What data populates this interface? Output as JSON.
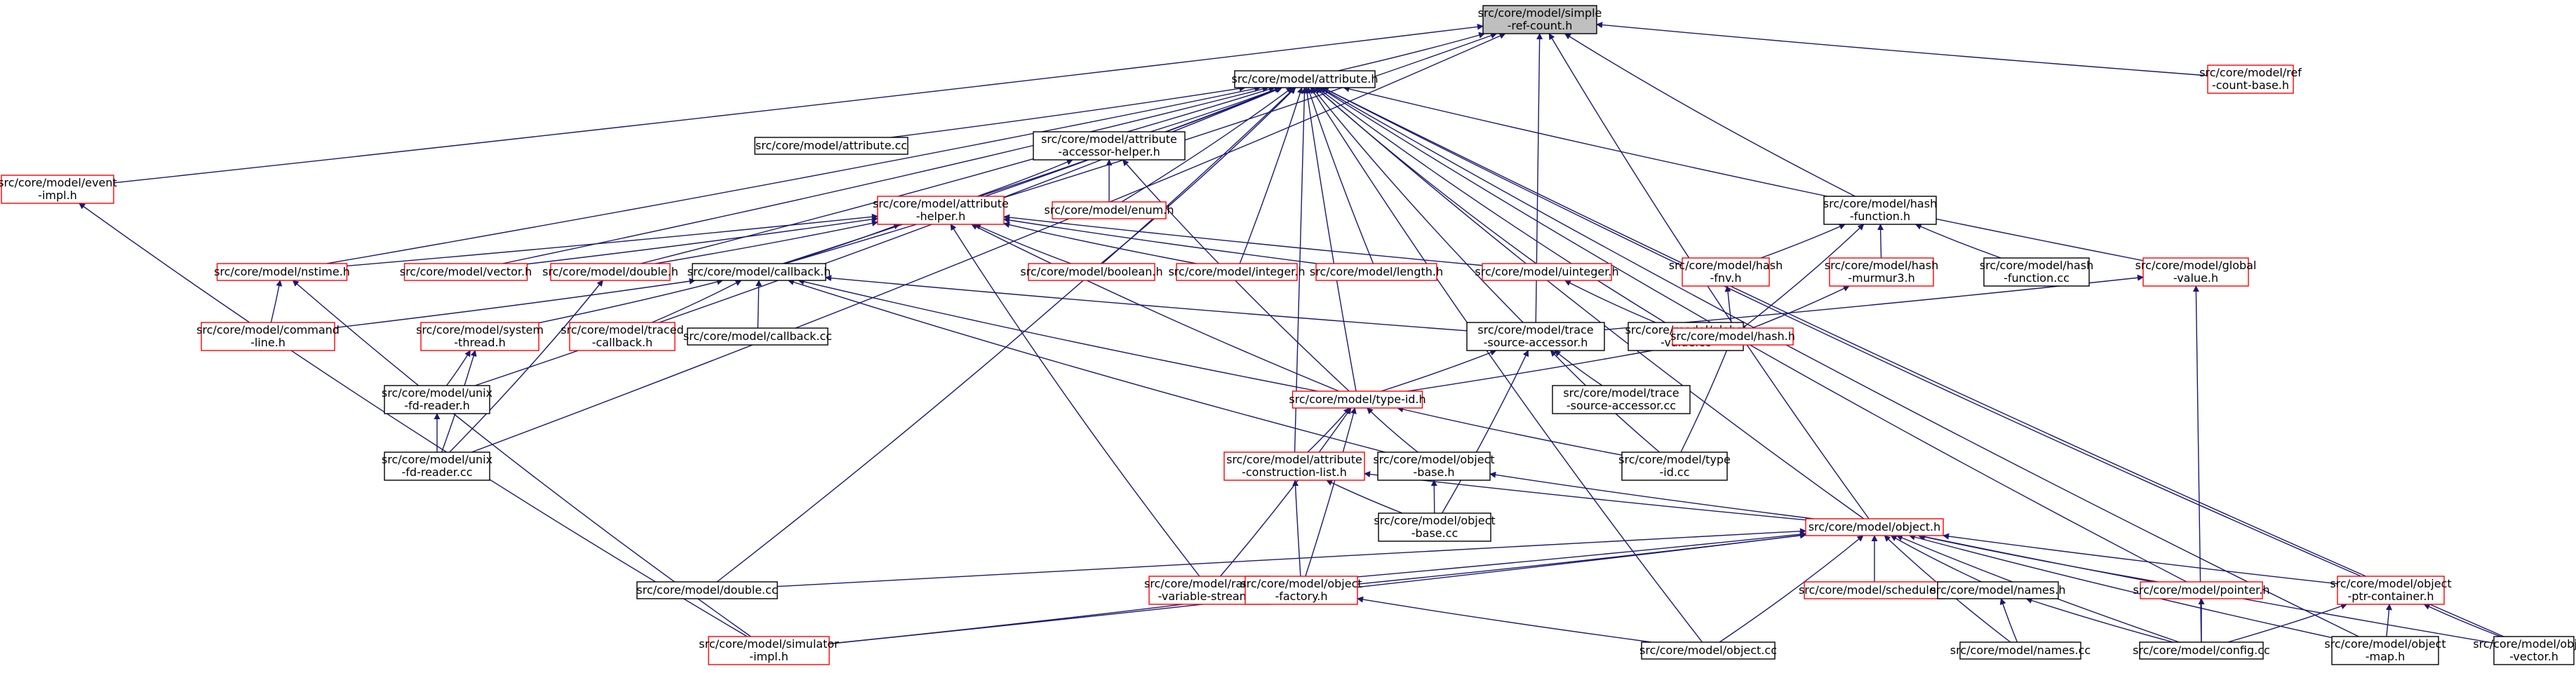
{
  "colors": {
    "edge": "#191970",
    "header_border": "#ff0000",
    "normal_border": "#000000",
    "root_fill": "#bfbfbf"
  },
  "nodes": [
    {
      "id": "simple",
      "lines": [
        "src/core/model/simple",
        "-ref-count.h"
      ],
      "kind": "root"
    },
    {
      "id": "attribute",
      "lines": [
        "src/core/model/attribute.h"
      ],
      "kind": "normal"
    },
    {
      "id": "refbase",
      "lines": [
        "src/core/model/ref",
        "-count-base.h"
      ],
      "kind": "header"
    },
    {
      "id": "event",
      "lines": [
        "src/core/model/event",
        "-impl.h"
      ],
      "kind": "header"
    },
    {
      "id": "attrcc",
      "lines": [
        "src/core/model/attribute.cc"
      ],
      "kind": "normal"
    },
    {
      "id": "acchelper",
      "lines": [
        "src/core/model/attribute",
        "-accessor-helper.h"
      ],
      "kind": "normal"
    },
    {
      "id": "enum",
      "lines": [
        "src/core/model/enum.h"
      ],
      "kind": "header"
    },
    {
      "id": "attrhelper",
      "lines": [
        "src/core/model/attribute",
        "-helper.h"
      ],
      "kind": "header"
    },
    {
      "id": "hashfn",
      "lines": [
        "src/core/model/hash",
        "-function.h"
      ],
      "kind": "normal"
    },
    {
      "id": "nstime",
      "lines": [
        "src/core/model/nstime.h"
      ],
      "kind": "header"
    },
    {
      "id": "vector",
      "lines": [
        "src/core/model/vector.h"
      ],
      "kind": "header"
    },
    {
      "id": "double",
      "lines": [
        "src/core/model/double.h"
      ],
      "kind": "header"
    },
    {
      "id": "callback",
      "lines": [
        "src/core/model/callback.h"
      ],
      "kind": "normal"
    },
    {
      "id": "boolean",
      "lines": [
        "src/core/model/boolean.h"
      ],
      "kind": "header"
    },
    {
      "id": "integer",
      "lines": [
        "src/core/model/integer.h"
      ],
      "kind": "header"
    },
    {
      "id": "length",
      "lines": [
        "src/core/model/length.h"
      ],
      "kind": "header"
    },
    {
      "id": "uinteger",
      "lines": [
        "src/core/model/uinteger.h"
      ],
      "kind": "header"
    },
    {
      "id": "hashfnv",
      "lines": [
        "src/core/model/hash",
        "-fnv.h"
      ],
      "kind": "header"
    },
    {
      "id": "murmur",
      "lines": [
        "src/core/model/hash",
        "-murmur3.h"
      ],
      "kind": "header"
    },
    {
      "id": "hashfncc",
      "lines": [
        "src/core/model/hash",
        "-function.cc"
      ],
      "kind": "normal"
    },
    {
      "id": "globalval",
      "lines": [
        "src/core/model/global",
        "-value.h"
      ],
      "kind": "header"
    },
    {
      "id": "cmdline",
      "lines": [
        "src/core/model/command",
        "-line.h"
      ],
      "kind": "header"
    },
    {
      "id": "systhread",
      "lines": [
        "src/core/model/system",
        "-thread.h"
      ],
      "kind": "header"
    },
    {
      "id": "traced",
      "lines": [
        "src/core/model/traced",
        "-callback.h"
      ],
      "kind": "header"
    },
    {
      "id": "callbackcc",
      "lines": [
        "src/core/model/callback.cc"
      ],
      "kind": "normal"
    },
    {
      "id": "tracesrc",
      "lines": [
        "src/core/model/trace",
        "-source-accessor.h"
      ],
      "kind": "normal"
    },
    {
      "id": "globalcc",
      "lines": [
        "src/core/model/global",
        "-value.cc"
      ],
      "kind": "normal"
    },
    {
      "id": "hashh",
      "lines": [
        "src/core/model/hash.h"
      ],
      "kind": "header"
    },
    {
      "id": "unixh",
      "lines": [
        "src/core/model/unix",
        "-fd-reader.h"
      ],
      "kind": "normal"
    },
    {
      "id": "typeid",
      "lines": [
        "src/core/model/type-id.h"
      ],
      "kind": "header"
    },
    {
      "id": "tracecc",
      "lines": [
        "src/core/model/trace",
        "-source-accessor.cc"
      ],
      "kind": "normal"
    },
    {
      "id": "unixcc",
      "lines": [
        "src/core/model/unix",
        "-fd-reader.cc"
      ],
      "kind": "normal"
    },
    {
      "id": "attrconst",
      "lines": [
        "src/core/model/attribute",
        "-construction-list.h"
      ],
      "kind": "header"
    },
    {
      "id": "objbase",
      "lines": [
        "src/core/model/object",
        "-base.h"
      ],
      "kind": "normal"
    },
    {
      "id": "typeidcc",
      "lines": [
        "src/core/model/type",
        "-id.cc"
      ],
      "kind": "normal"
    },
    {
      "id": "objbasecc",
      "lines": [
        "src/core/model/object",
        "-base.cc"
      ],
      "kind": "normal"
    },
    {
      "id": "object",
      "lines": [
        "src/core/model/object.h"
      ],
      "kind": "header"
    },
    {
      "id": "doublecc",
      "lines": [
        "src/core/model/double.cc"
      ],
      "kind": "normal"
    },
    {
      "id": "random",
      "lines": [
        "src/core/model/random",
        "-variable-stream.h"
      ],
      "kind": "header"
    },
    {
      "id": "objfactory",
      "lines": [
        "src/core/model/object",
        "-factory.h"
      ],
      "kind": "header"
    },
    {
      "id": "scheduler",
      "lines": [
        "src/core/model/scheduler.h"
      ],
      "kind": "header"
    },
    {
      "id": "names",
      "lines": [
        "src/core/model/names.h"
      ],
      "kind": "normal"
    },
    {
      "id": "pointer",
      "lines": [
        "src/core/model/pointer.h"
      ],
      "kind": "header"
    },
    {
      "id": "ptrcont",
      "lines": [
        "src/core/model/object",
        "-ptr-container.h"
      ],
      "kind": "header"
    },
    {
      "id": "simimpl",
      "lines": [
        "src/core/model/simulator",
        "-impl.h"
      ],
      "kind": "header"
    },
    {
      "id": "objectcc",
      "lines": [
        "src/core/model/object.cc"
      ],
      "kind": "normal"
    },
    {
      "id": "namescc",
      "lines": [
        "src/core/model/names.cc"
      ],
      "kind": "normal"
    },
    {
      "id": "configcc",
      "lines": [
        "src/core/model/config.cc"
      ],
      "kind": "normal"
    },
    {
      "id": "objmap",
      "lines": [
        "src/core/model/object",
        "-map.h"
      ],
      "kind": "normal"
    },
    {
      "id": "objvector",
      "lines": [
        "src/core/model/object",
        "-vector.h"
      ],
      "kind": "normal"
    }
  ],
  "edges": [
    [
      "attribute",
      "simple"
    ],
    [
      "refbase",
      "simple"
    ],
    [
      "event",
      "simple"
    ],
    [
      "callback",
      "simple"
    ],
    [
      "hashfn",
      "simple"
    ],
    [
      "tracesrc",
      "simple"
    ],
    [
      "object",
      "simple"
    ],
    [
      "unixcc",
      "simple"
    ],
    [
      "attrcc",
      "attribute"
    ],
    [
      "acchelper",
      "attribute"
    ],
    [
      "enum",
      "attribute"
    ],
    [
      "attrhelper",
      "attribute"
    ],
    [
      "nstime",
      "attribute"
    ],
    [
      "vector",
      "attribute"
    ],
    [
      "double",
      "attribute"
    ],
    [
      "callback",
      "attribute"
    ],
    [
      "boolean",
      "attribute"
    ],
    [
      "integer",
      "attribute"
    ],
    [
      "length",
      "attribute"
    ],
    [
      "uinteger",
      "attribute"
    ],
    [
      "globalval",
      "attribute"
    ],
    [
      "tracesrc",
      "attribute"
    ],
    [
      "typeid",
      "attribute"
    ],
    [
      "attrconst",
      "attribute"
    ],
    [
      "object",
      "attribute"
    ],
    [
      "objectcc",
      "attribute"
    ],
    [
      "pointer",
      "attribute"
    ],
    [
      "ptrcont",
      "attribute"
    ],
    [
      "objmap",
      "attribute"
    ],
    [
      "objvector",
      "attribute"
    ],
    [
      "globalcc",
      "attribute"
    ],
    [
      "unixh",
      "attribute"
    ],
    [
      "doublecc",
      "attribute"
    ],
    [
      "attrhelper",
      "acchelper"
    ],
    [
      "enum",
      "acchelper"
    ],
    [
      "typeid",
      "acchelper"
    ],
    [
      "nstime",
      "attrhelper"
    ],
    [
      "vector",
      "attrhelper"
    ],
    [
      "double",
      "attrhelper"
    ],
    [
      "callback",
      "attrhelper"
    ],
    [
      "boolean",
      "attrhelper"
    ],
    [
      "integer",
      "attrhelper"
    ],
    [
      "length",
      "attrhelper"
    ],
    [
      "uinteger",
      "attrhelper"
    ],
    [
      "typeid",
      "attrhelper"
    ],
    [
      "random",
      "attrhelper"
    ],
    [
      "hashfnv",
      "hashfn"
    ],
    [
      "murmur",
      "hashfn"
    ],
    [
      "hashfncc",
      "hashfn"
    ],
    [
      "hashh",
      "hashfn"
    ],
    [
      "cmdline",
      "nstime"
    ],
    [
      "simimpl",
      "nstime"
    ],
    [
      "unixcc",
      "double"
    ],
    [
      "cmdline",
      "callback"
    ],
    [
      "systhread",
      "callback"
    ],
    [
      "traced",
      "callback"
    ],
    [
      "callbackcc",
      "callback"
    ],
    [
      "tracesrc",
      "callback"
    ],
    [
      "typeid",
      "callback"
    ],
    [
      "objbase",
      "callback"
    ],
    [
      "globalcc",
      "uinteger"
    ],
    [
      "hashh",
      "hashfnv"
    ],
    [
      "hashh",
      "murmur"
    ],
    [
      "tracesrc",
      "globalval"
    ],
    [
      "configcc",
      "globalval"
    ],
    [
      "unixh",
      "systhread"
    ],
    [
      "unixcc",
      "systhread"
    ],
    [
      "typeid",
      "tracesrc"
    ],
    [
      "tracecc",
      "tracesrc"
    ],
    [
      "objbasecc",
      "tracesrc"
    ],
    [
      "typeidcc",
      "tracesrc"
    ],
    [
      "typeid",
      "hashh"
    ],
    [
      "typeidcc",
      "hashh"
    ],
    [
      "unixcc",
      "unixh"
    ],
    [
      "attrconst",
      "typeid"
    ],
    [
      "objbase",
      "typeid"
    ],
    [
      "typeidcc",
      "typeid"
    ],
    [
      "random",
      "typeid"
    ],
    [
      "objfactory",
      "typeid"
    ],
    [
      "object",
      "attrconst"
    ],
    [
      "objbasecc",
      "attrconst"
    ],
    [
      "objfactory",
      "attrconst"
    ],
    [
      "object",
      "objbase"
    ],
    [
      "objbasecc",
      "objbase"
    ],
    [
      "doublecc",
      "object"
    ],
    [
      "random",
      "object"
    ],
    [
      "objfactory",
      "object"
    ],
    [
      "scheduler",
      "object"
    ],
    [
      "names",
      "object"
    ],
    [
      "pointer",
      "object"
    ],
    [
      "ptrcont",
      "object"
    ],
    [
      "simimpl",
      "object"
    ],
    [
      "objectcc",
      "object"
    ],
    [
      "namescc",
      "object"
    ],
    [
      "configcc",
      "object"
    ],
    [
      "objmap",
      "object"
    ],
    [
      "objvector",
      "object"
    ],
    [
      "simimpl",
      "event"
    ],
    [
      "simimpl",
      "objfactory"
    ],
    [
      "objectcc",
      "objfactory"
    ],
    [
      "namescc",
      "names"
    ],
    [
      "configcc",
      "names"
    ],
    [
      "configcc",
      "pointer"
    ],
    [
      "configcc",
      "ptrcont"
    ],
    [
      "objmap",
      "ptrcont"
    ],
    [
      "objvector",
      "ptrcont"
    ]
  ]
}
